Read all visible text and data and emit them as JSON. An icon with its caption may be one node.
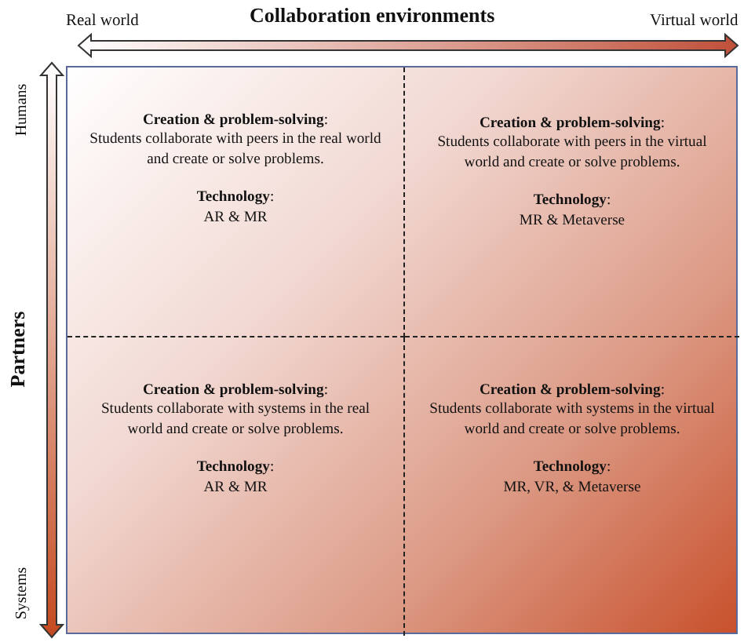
{
  "diagram": {
    "nodes": [
      {
        "text": [],
        "shape": "box"
      },
      {
        "text": [
          "**Creation & problem-solving**:",
          "Students collaborate with peers in the real world and create or solve problems.",
          "**Technology**:",
          "AR & MR"
        ],
        "in": 0
      },
      {
        "text": [
          "**Creation & problem-solving**:",
          "Students collaborate with peers in the virtual world and create or solve problems.",
          "**Technology**:",
          "MR & Metaverse"
        ],
        "in": 0
      },
      {
        "text": [
          "**Creation & problem-solving**:",
          "Students collaborate with systems in the real world and create or solve problems.",
          "**Technology**:",
          "AR & MR"
        ],
        "in": 0
      },
      {
        "text": [
          "**Creation & problem-solving**:",
          "Students collaborate with systems in the virtual world and create or solve problems.",
          "**Technology**:",
          "MR, VR, & Metaverse"
        ],
        "in": 0
      }
    ],
    "edges": [],
    "labels": [
      "Collaboration environments",
      "Real world",
      "Virtual world",
      "Partners",
      "Humans",
      "Systems"
    ]
  }
}
